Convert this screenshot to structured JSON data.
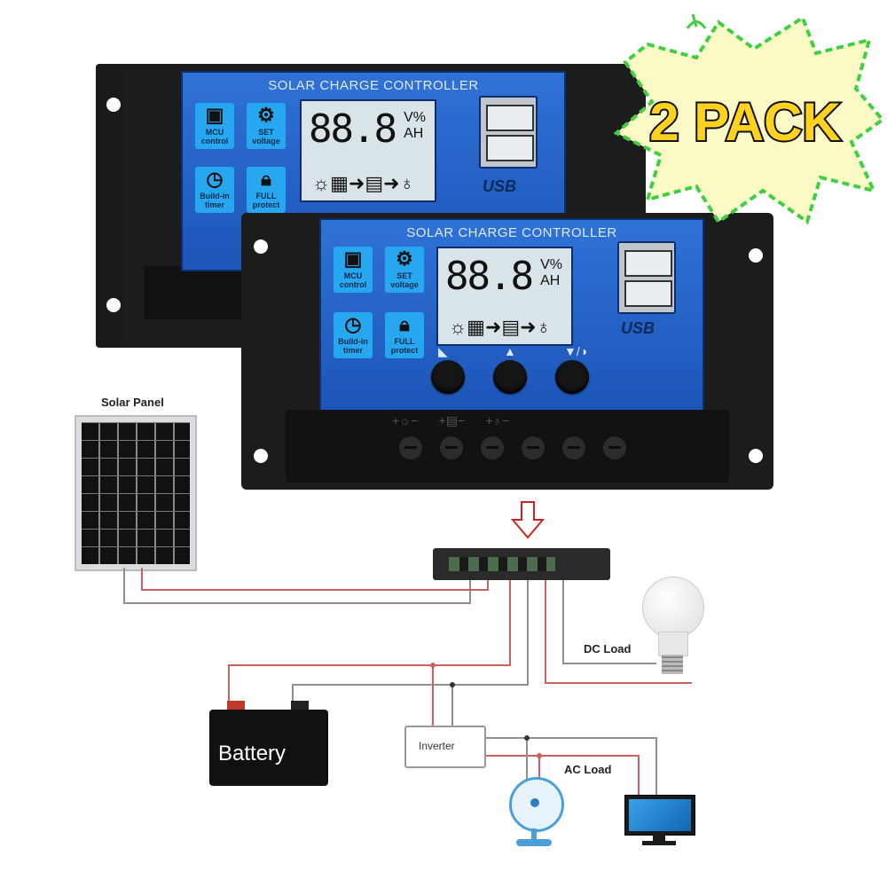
{
  "controller": {
    "title": "SOLAR CHARGE CONTROLLER",
    "lcd_digits": "88.8",
    "lcd_units": "V%\nAH",
    "usb_label": "USB",
    "features": [
      {
        "icon": "chip-icon",
        "label": "MCU control"
      },
      {
        "icon": "gear-icon",
        "label": "SET voltage"
      },
      {
        "icon": "clock-icon",
        "label": "Build-in timer"
      },
      {
        "icon": "lock-icon",
        "label": "FULL protect"
      }
    ]
  },
  "badge": {
    "text": "2 PACK",
    "color": "#ffd21f",
    "burst_color": "#fbf9c6",
    "border_color": "#3fcf3f"
  },
  "diagram": {
    "solar_panel": "Solar Panel",
    "dc_load": "DC Load",
    "battery": "Battery",
    "inverter": "Inverter",
    "ac_load": "AC Load"
  },
  "colors": {
    "panel_blue": "#2f72d6",
    "wire_red": "#d06060",
    "wire_gray": "#909090"
  }
}
